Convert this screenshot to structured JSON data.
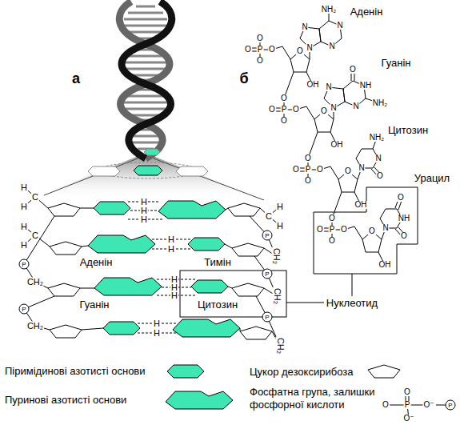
{
  "diagram": {
    "labels": [
      "а",
      "б",
      "Аденін",
      "Гуанін",
      "Цитозин",
      "Урацил",
      "Аденін",
      "Тимін",
      "Гуанін",
      "Цитозин",
      "Нуклеотид",
      "H",
      "H",
      "H",
      "H",
      "H",
      "H",
      "H",
      "H",
      "H",
      "H",
      "H",
      "C",
      "H",
      "H",
      "C",
      "H",
      "P",
      "CH₂",
      "P",
      "CH₂",
      "C",
      "H",
      "H",
      "P",
      "CH₂",
      "P",
      "CH₂",
      "P",
      "CH₂",
      "O",
      "O",
      "P",
      "O⁻",
      "O⁻",
      "P",
      "O",
      "O",
      "P",
      "O",
      "O",
      "O",
      "OH",
      "N",
      "N",
      "N",
      "N",
      "NH₂",
      "O",
      "O",
      "P",
      "O",
      "O",
      "O",
      "OH",
      "N",
      "N",
      "NH",
      "N",
      "O",
      "NH₂",
      "O",
      "O",
      "P",
      "O",
      "O",
      "O",
      "OH",
      "N",
      "N",
      "O",
      "NH₂",
      "O",
      "O",
      "P",
      "O",
      "O",
      "O",
      "OH",
      "N",
      "NH",
      "O",
      "O"
    ],
    "legend": [
      {
        "text": "Піримідинові азотисті основи",
        "color": "#3ee6b4"
      },
      {
        "text": "Пуринові азотисті основи",
        "color": "#3ee6b4"
      },
      {
        "text": "Цукор дезоксирибоза"
      },
      {
        "text": "Фосфатна група, залишки фосфорної кислоти"
      }
    ]
  }
}
